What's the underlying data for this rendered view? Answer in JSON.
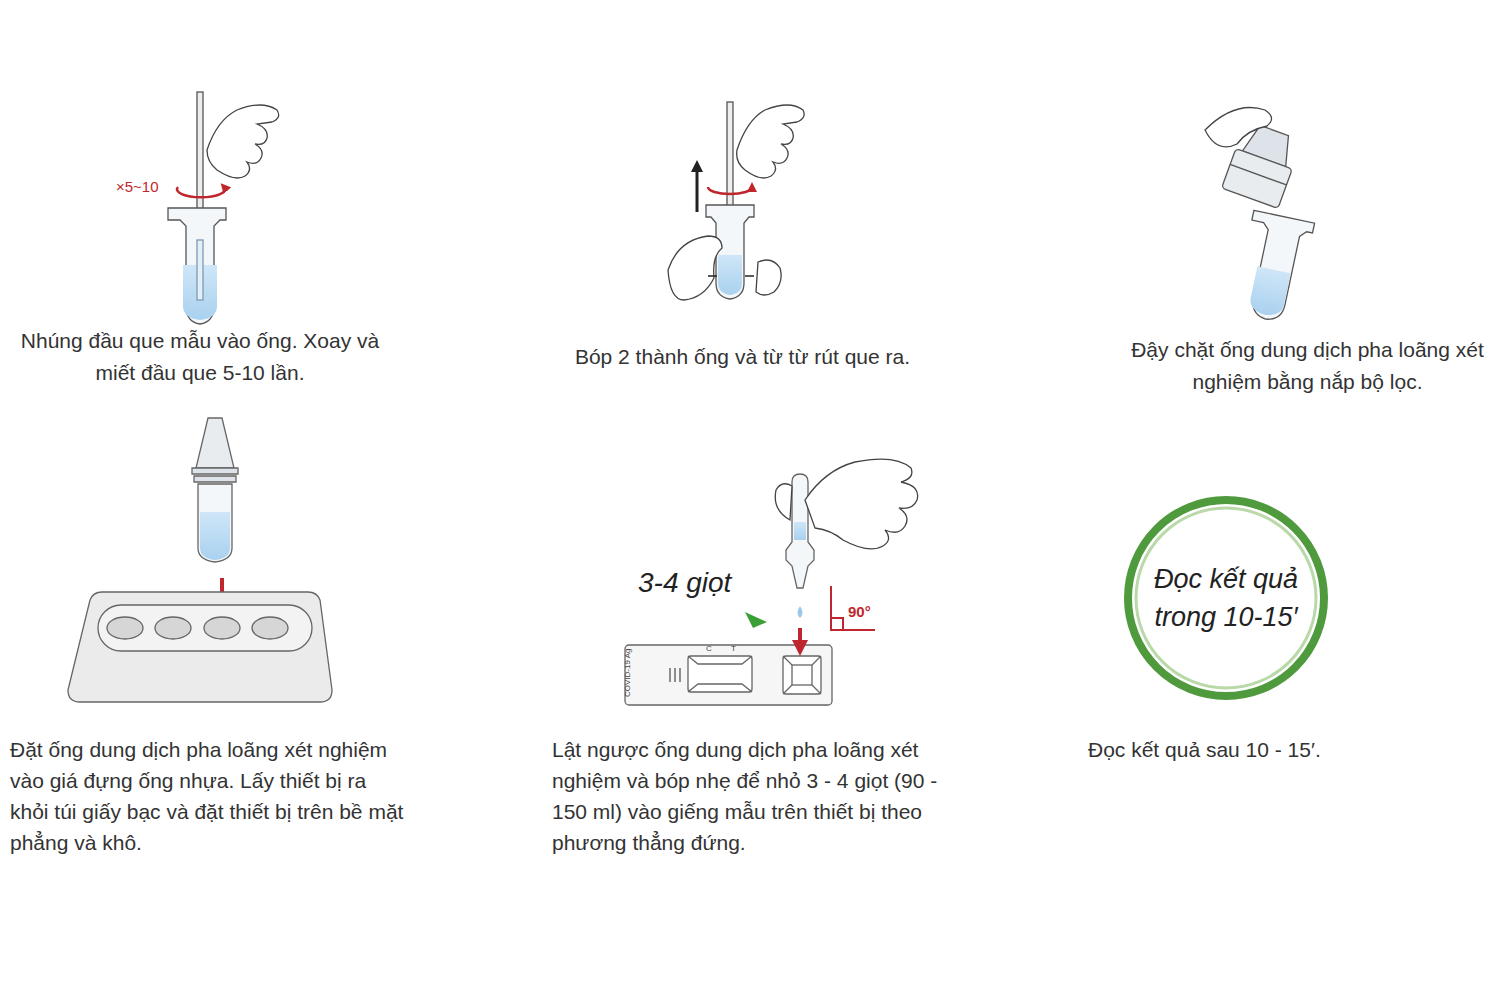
{
  "diagram": {
    "nodes": [
      {
        "text": [
          "Đọc kết quả trong 10-15′"
        ]
      }
    ],
    "labels": [
      "×5~10",
      "Nhúng đầu que mẫu vào ống. Xoay và miết đầu que 5-10 lần.",
      "Bóp 2 thành ống và từ từ rút que ra.",
      "Đậy chặt ống dung dịch pha loãng xét nghiệm bằng nắp bộ lọc.",
      "Đặt ống dung dịch pha loãng xét nghiệm vào giá đựng ống nhựa. Lấy thiết bị ra khỏi túi giấy bạc và đặt thiết bị trên bề mặt phẳng và khô.",
      "3-4 giọt",
      "90°",
      "COVID-19 Ag",
      "C",
      "T",
      "Lật ngược ống dung dịch pha loãng xét nghiệm và bóp nhẹ để nhỏ 3 - 4 giọt (90 - 150 ml) vào giếng mẫu trên thiết bị theo phương thẳng đứng.",
      "Đọc kết quả sau 10 - 15′."
    ]
  }
}
